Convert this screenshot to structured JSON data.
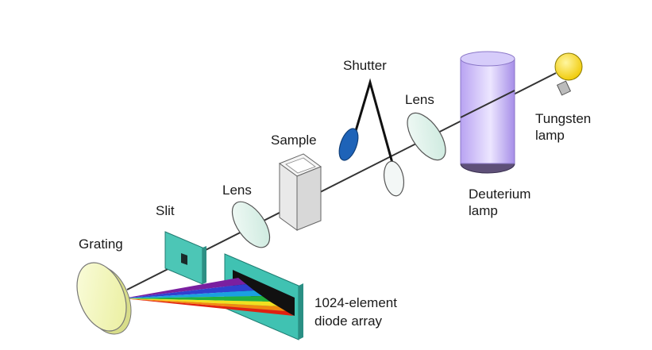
{
  "diagram": {
    "labels": {
      "shutter": "Shutter",
      "lens_right": "Lens",
      "tungsten_line1": "Tungsten",
      "tungsten_line2": "lamp",
      "sample": "Sample",
      "deuterium_line1": "Deuterium",
      "deuterium_line2": "lamp",
      "lens_left": "Lens",
      "slit": "Slit",
      "grating": "Grating",
      "array_line1": "1024-element",
      "array_line2": "diode array"
    },
    "colors": {
      "lens_fill": "#dff2ea",
      "slit_fill": "#4cc6b6",
      "grating_fill": "#f3f6b8",
      "deuterium_fill": "#c9b8f7",
      "deuterium_base": "#6a5a8c",
      "tungsten_bulb": "#f4d915",
      "shutter_blue": "#1e63b8",
      "beam_line": "#333333"
    }
  }
}
